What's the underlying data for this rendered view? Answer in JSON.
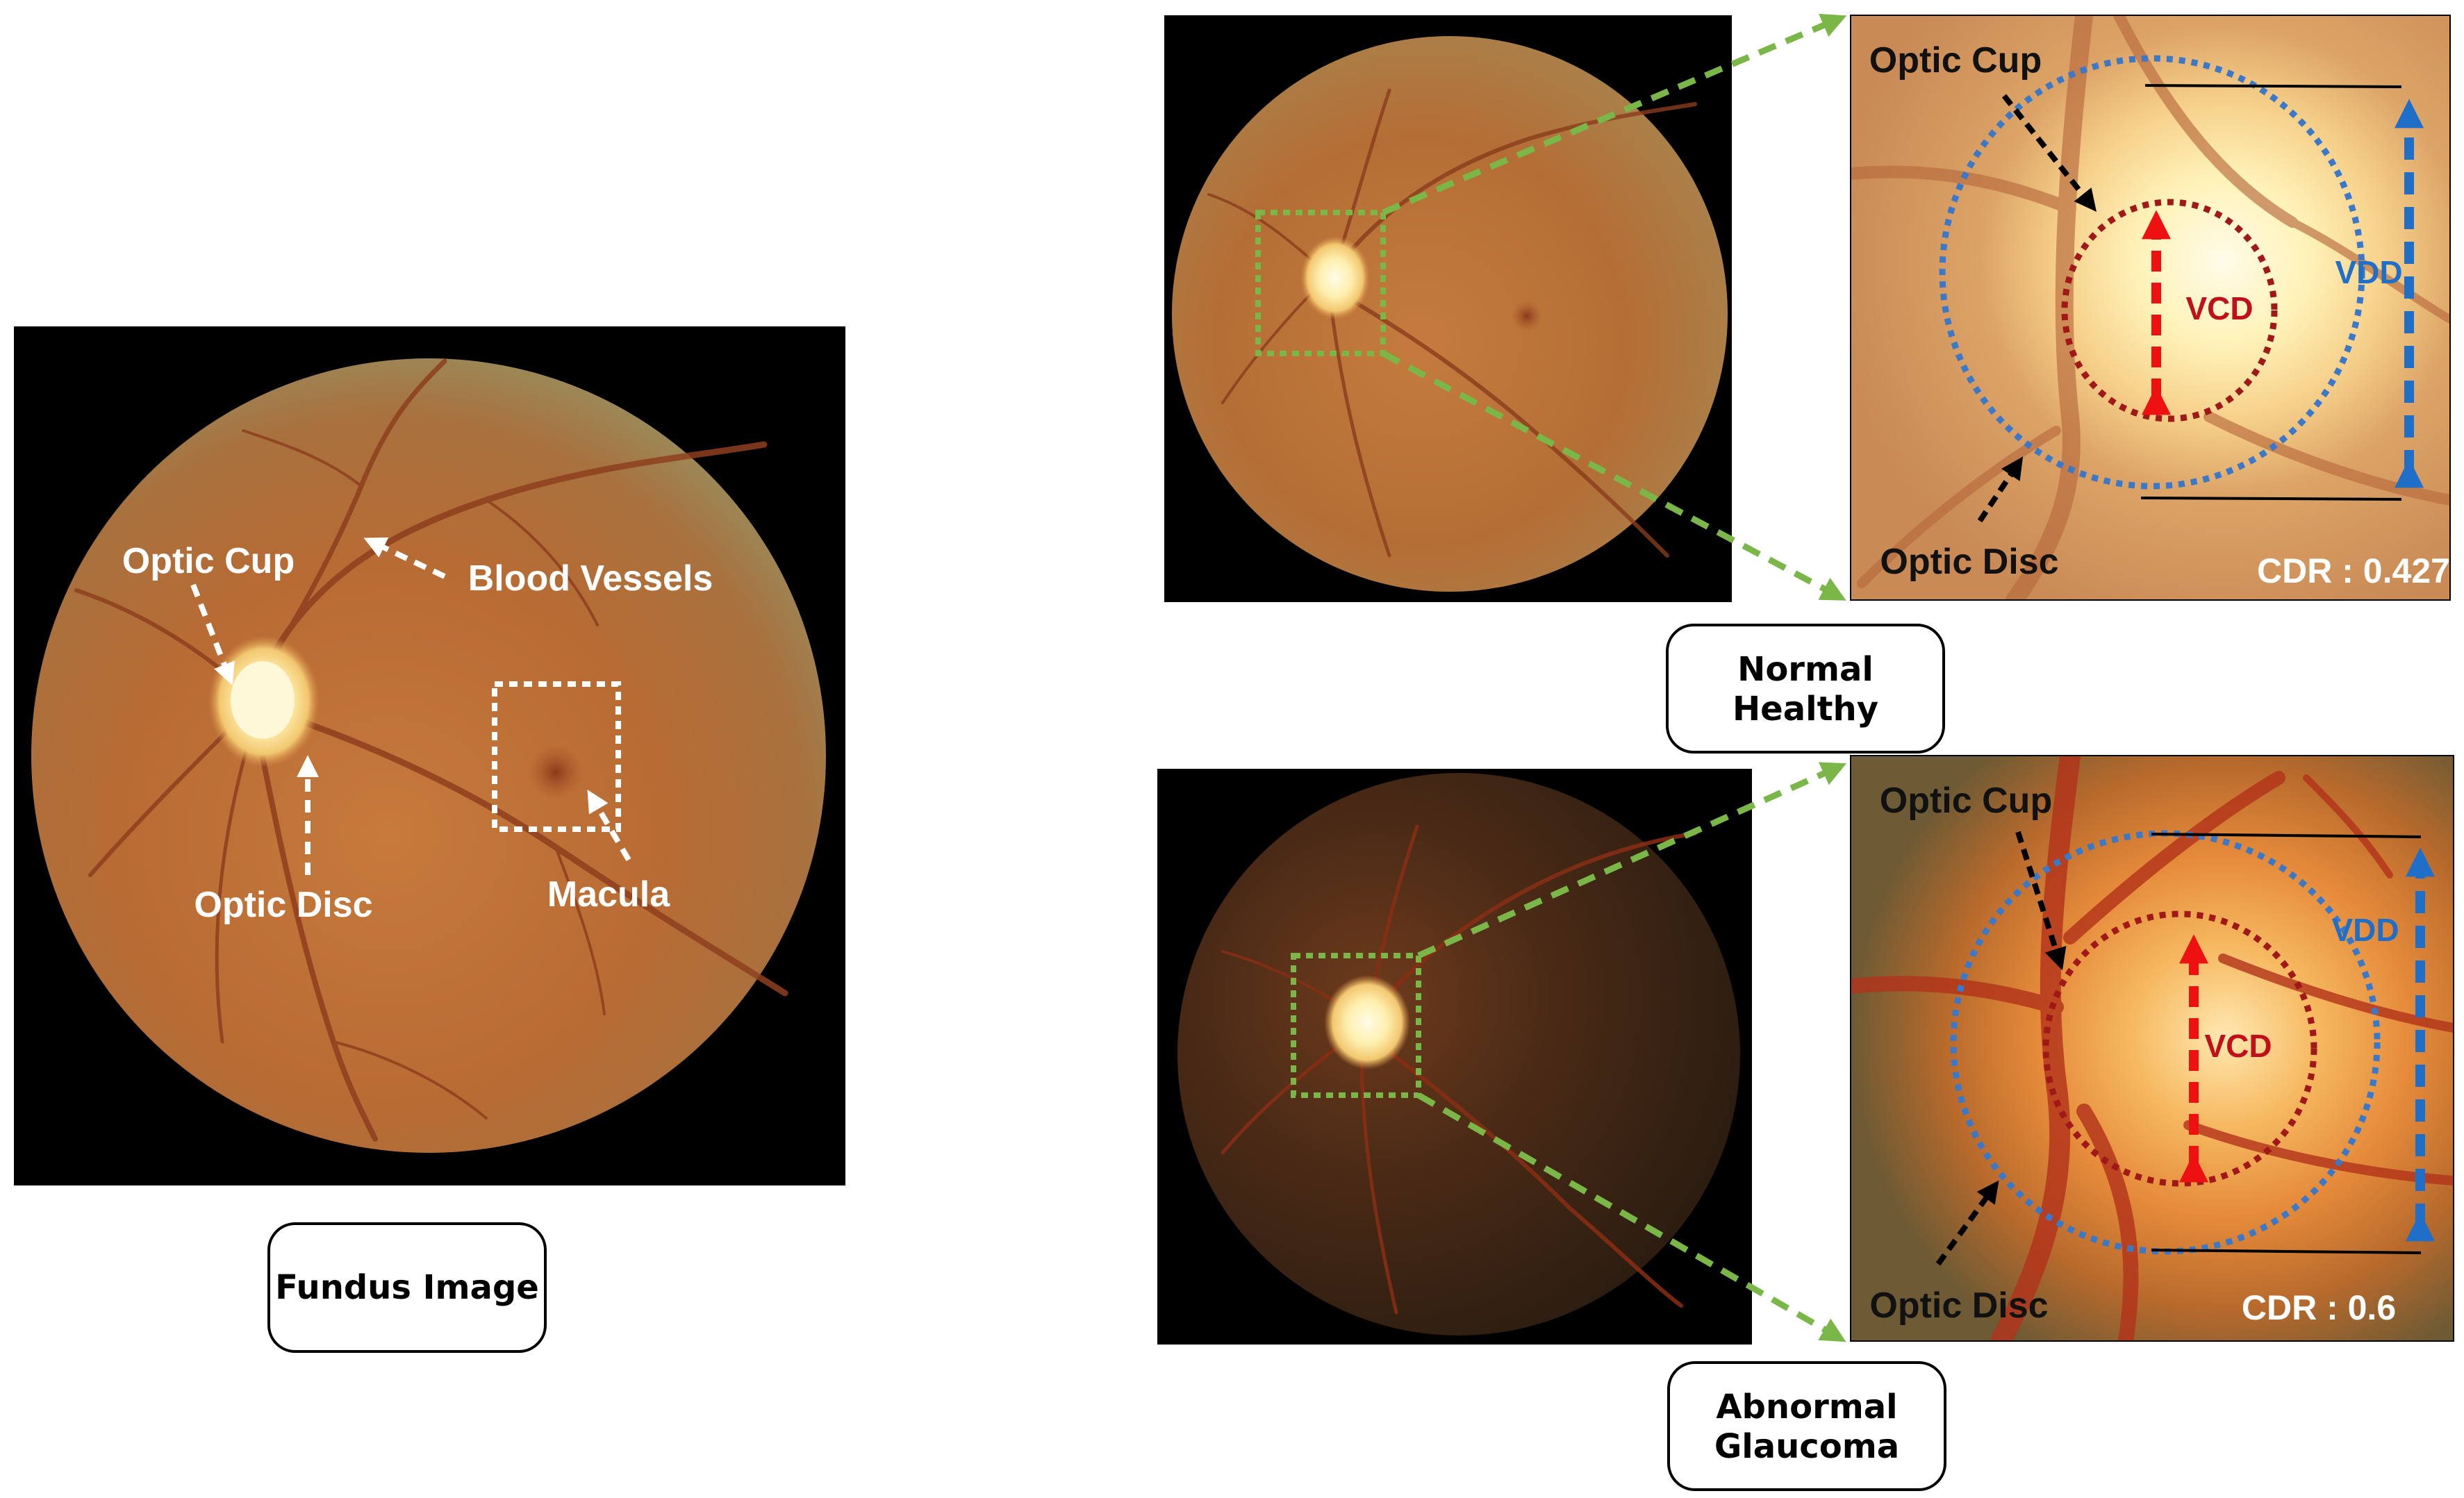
{
  "fundus_panel": {
    "labels": {
      "optic_cup": "Optic Cup",
      "blood_vessels": "Blood Vessels",
      "optic_disc": "Optic Disc",
      "macula": "Macula"
    },
    "caption": "Fundus Image"
  },
  "normal_panel": {
    "zoom_labels": {
      "optic_cup": "Optic Cup",
      "optic_disc": "Optic Disc",
      "vcd": "VCD",
      "vdd": "VDD",
      "cdr": "CDR : 0.427"
    },
    "caption_line1": "Normal",
    "caption_line2": "Healthy"
  },
  "glaucoma_panel": {
    "zoom_labels": {
      "optic_cup": "Optic Cup",
      "optic_disc": "Optic Disc",
      "vcd": "VCD",
      "vdd": "VDD",
      "cdr": "CDR : 0.6"
    },
    "caption_line1": "Abnormal",
    "caption_line2": "Glaucoma"
  },
  "colors": {
    "white_annotation": "#ffffff",
    "zoom_guide": "#7ab648",
    "cup_outline": "#a01818",
    "disc_outline": "#3c78c8",
    "vcd_arrow": "#ee1111",
    "vdd_arrow": "#1f6fc8",
    "background": "#000000"
  }
}
